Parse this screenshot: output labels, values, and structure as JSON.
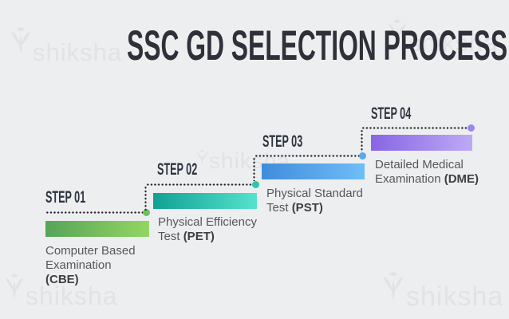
{
  "title": "SSC GD SELECTION PROCESS",
  "watermark": {
    "brand": "shiksha"
  },
  "colors": {
    "background": "#edeeef",
    "title": "#30303a",
    "step_label": "#2e3440",
    "dotted_line": "#26262c",
    "description_text": "#57575b"
  },
  "steps": [
    {
      "step_label": "STEP 01",
      "name": "Computer Based Examination",
      "abbr": "(CBE)",
      "bar_from": "#57a45a",
      "bar_to": "#93d562",
      "dot": "#6cc161"
    },
    {
      "step_label": "STEP 02",
      "name": "Physical Efficiency Test",
      "abbr": "(PET)",
      "bar_from": "#11a094",
      "bar_to": "#55e3cd",
      "dot": "#2ec4ae"
    },
    {
      "step_label": "STEP 03",
      "name": "Physical Standard Test",
      "abbr": "(PST)",
      "bar_from": "#3f8cdc",
      "bar_to": "#6fbdf8",
      "dot": "#55a9ef"
    },
    {
      "step_label": "STEP 04",
      "name": "Detailed Medical Examination",
      "abbr": "(DME)",
      "bar_from": "#8765e4",
      "bar_to": "#bcaaf5",
      "dot": "#9d86ef"
    }
  ]
}
